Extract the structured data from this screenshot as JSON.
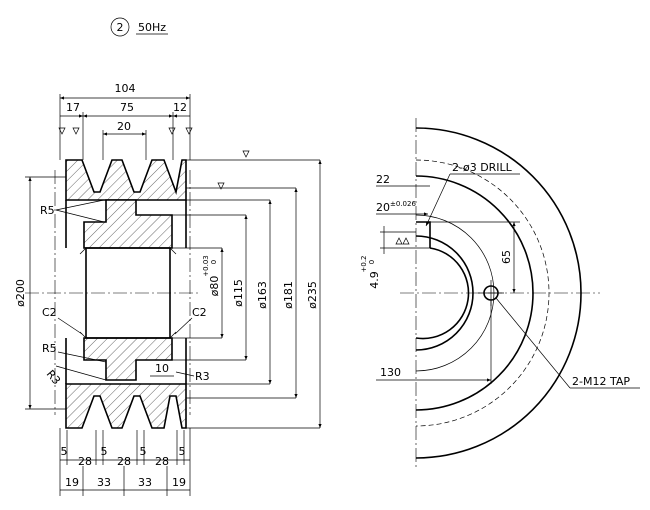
{
  "header": {
    "item_number": "2",
    "frequency": "50Hz"
  },
  "section_view": {
    "widths_top": {
      "overall": "104",
      "groove_span": "75",
      "left_edge": "17",
      "right_edge": "12",
      "groove_width": "20"
    },
    "radii": {
      "r5_upper": "R5",
      "r5_lower": "R5",
      "r3_left": "R3",
      "r3_right": "R3"
    },
    "chamfers": {
      "left": "C2",
      "right": "C2"
    },
    "diameters": {
      "bore": "ø80",
      "bore_tol_upper": "+0.03",
      "bore_tol_lower": "0",
      "d115": "ø115",
      "d163": "ø163",
      "d181": "ø181",
      "d235": "ø235",
      "d200": "ø200"
    },
    "web": {
      "thickness": "10"
    },
    "groove_pitch_row": [
      "5",
      "28",
      "5",
      "28",
      "5",
      "28",
      "5"
    ],
    "overall_row": [
      "19",
      "33",
      "33",
      "19"
    ]
  },
  "end_view": {
    "keyway_width": "22",
    "keyway_fit": "20",
    "keyway_fit_tol": "±0.026",
    "keyway_depth": "4.9",
    "keyway_depth_tol_upper": "+0.2",
    "keyway_depth_tol_lower": "0",
    "hole_offset": "65",
    "tap_radius": "130",
    "drill_note": "2-ø3 DRILL",
    "tap_note": "2-M12 TAP"
  }
}
